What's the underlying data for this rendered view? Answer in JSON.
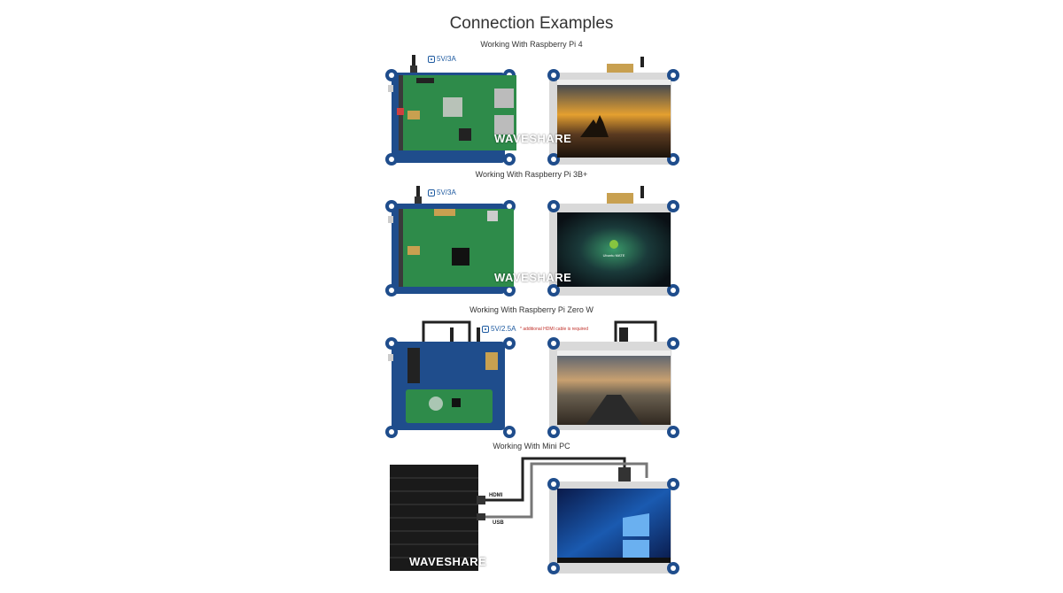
{
  "page": {
    "title": "Connection Examples",
    "sections": [
      {
        "subtitle": "Working With Raspberry Pi 4",
        "power": "5V/3A"
      },
      {
        "subtitle": "Working With Raspberry Pi 3B+",
        "power": "5V/3A"
      },
      {
        "subtitle": "Working With Raspberry Pi Zero W",
        "power": "5V/2.5A",
        "note": "* additional HDMI cable is required"
      },
      {
        "subtitle": "Working With Mini PC",
        "hdmi_label": "HDMI",
        "usb_label": "USB"
      }
    ],
    "watermark": "WAVESHARE",
    "desktop_text": "Ubuntu MATE"
  },
  "colors": {
    "board_blue": "#1f4d8c",
    "pcb_green": "#2e8b4a",
    "screen_bezel": "#d9d9d9",
    "accent_blue": "#1e5aa0",
    "note_red": "#c0302a"
  }
}
